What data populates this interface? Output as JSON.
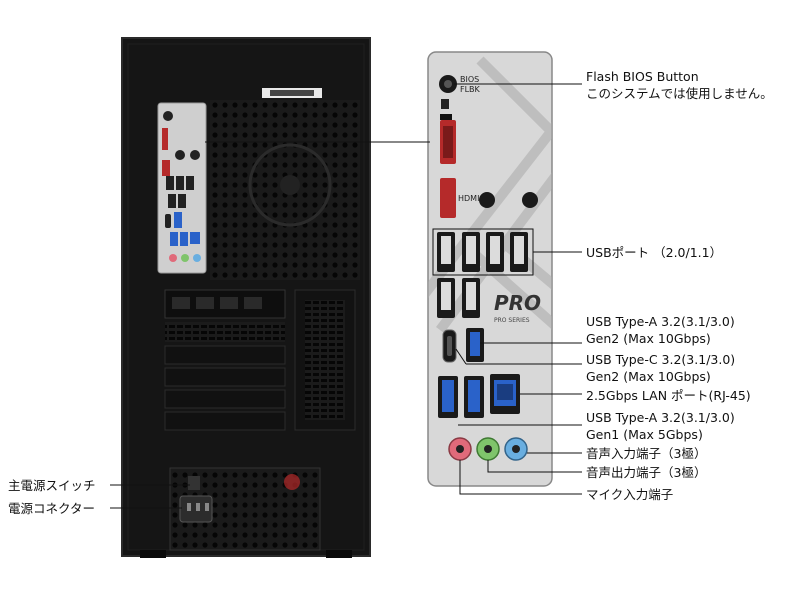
{
  "diagram": {
    "labels": {
      "flash_bios_1": "Flash BIOS Button",
      "flash_bios_2": "このシステムでは使用しません。",
      "usb_port": "USBポート （2.0/1.1）",
      "usb_a_gen2_1": "USB Type-A 3.2(3.1/3.0)",
      "usb_a_gen2_2": "Gen2 (Max 10Gbps)",
      "usb_c_gen2_1": "USB Type-C 3.2(3.1/3.0)",
      "usb_c_gen2_2": "Gen2 (Max 10Gbps)",
      "lan": "2.5Gbps LAN ポート(RJ-45)",
      "usb_a_gen1_1": "USB Type-A 3.2(3.1/3.0)",
      "usb_a_gen1_2": "Gen1 (Max 5Gbps)",
      "audio_in": "音声入力端子（3極）",
      "audio_out": "音声出力端子（3極）",
      "mic_in": "マイク入力端子",
      "power_switch": "主電源スイッチ",
      "power_connector": "電源コネクター"
    },
    "panel_text": {
      "bios": "BIOS",
      "flbk": "FLBK",
      "hdmi": "HDMI",
      "brand": "PRO",
      "series": "PRO SERIES"
    },
    "colors": {
      "case": "#151515",
      "io_shield": "#d8d8d8",
      "usb_blue": "#2a62c9",
      "audio_pink": "#e06a7a",
      "audio_green": "#7fc46b",
      "audio_blue": "#69aee0",
      "accent_red": "#b52a2a"
    }
  }
}
